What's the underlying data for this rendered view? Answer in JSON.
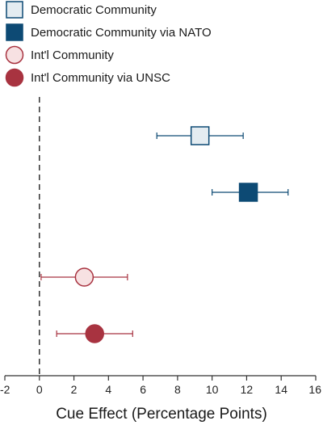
{
  "chart_data": {
    "type": "scatter",
    "title": "",
    "xlabel": "Cue Effect (Percentage Points)",
    "ylabel": "",
    "xlim": [
      -2,
      16
    ],
    "xticks": [
      -2,
      0,
      2,
      4,
      6,
      8,
      10,
      12,
      14,
      16
    ],
    "xtick_labels": [
      "-2",
      "0",
      "2",
      "4",
      "6",
      "8",
      "10",
      "12",
      "14",
      "16"
    ],
    "reference_line": {
      "x": 0,
      "style": "dashed"
    },
    "grid": false,
    "legend_position": "top-left",
    "series": [
      {
        "name": "Democratic Community",
        "marker": "square",
        "filled": false,
        "color": "#0d4a74",
        "fill": "#e4ecf1",
        "estimate": 9.3,
        "ci_low": 6.8,
        "ci_high": 11.8
      },
      {
        "name": "Democratic Community via NATO",
        "marker": "square",
        "filled": true,
        "color": "#0d4a74",
        "fill": "#0d4a74",
        "estimate": 12.1,
        "ci_low": 10.0,
        "ci_high": 14.4
      },
      {
        "name": "Int'l Community",
        "marker": "circle",
        "filled": false,
        "color": "#a83340",
        "fill": "#f7e1e2",
        "estimate": 2.6,
        "ci_low": 0.1,
        "ci_high": 5.1
      },
      {
        "name": "Int'l Community via UNSC",
        "marker": "circle",
        "filled": true,
        "color": "#a83340",
        "fill": "#a83340",
        "estimate": 3.2,
        "ci_low": 1.0,
        "ci_high": 5.4
      }
    ]
  }
}
